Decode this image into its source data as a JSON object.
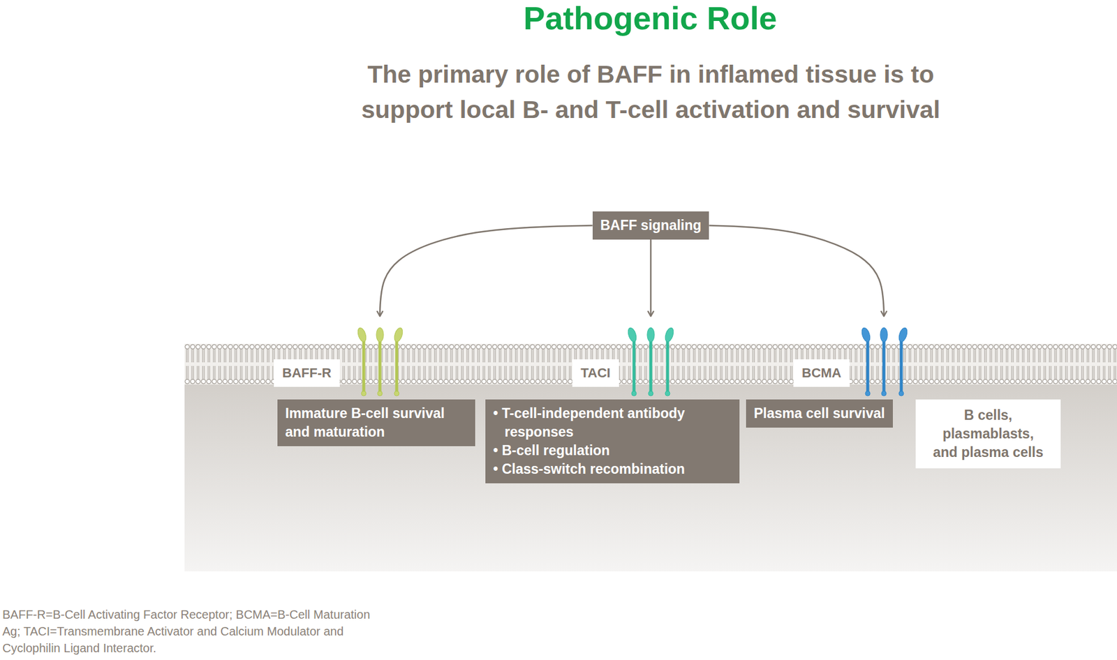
{
  "diagram": {
    "title": "Pathogenic Role",
    "nodes": [
      {
        "text": [
          "BAFF signaling"
        ]
      },
      {
        "text": [
          "BAFF-R"
        ]
      },
      {
        "text": [
          "Immature B-cell survival and maturation"
        ]
      },
      {
        "text": [
          "TACI"
        ]
      },
      {
        "text": [
          "• T-cell-independent antibody responses",
          "• B-cell regulation",
          "• Class-switch recombination"
        ]
      },
      {
        "text": [
          "BCMA"
        ]
      },
      {
        "text": [
          "Plasma cell survival"
        ]
      },
      {
        "text": [
          "B cells, plasmablasts, and plasma cells"
        ]
      }
    ],
    "edges": [
      {
        "from": 0,
        "to": 1,
        "arrow": "to"
      },
      {
        "from": 0,
        "to": 3,
        "arrow": "to"
      },
      {
        "from": 0,
        "to": 5,
        "arrow": "to"
      }
    ],
    "labels": [
      "The primary role of BAFF in inflamed tissue is to support local B- and T-cell activation and survival",
      "BAFF-R=B-Cell Activating Factor Receptor; BCMA=B-Cell Maturation Ag; TACI=Transmembrane Activator and Calcium Modulator and Cyclophilin Ligand Interactor."
    ]
  }
}
